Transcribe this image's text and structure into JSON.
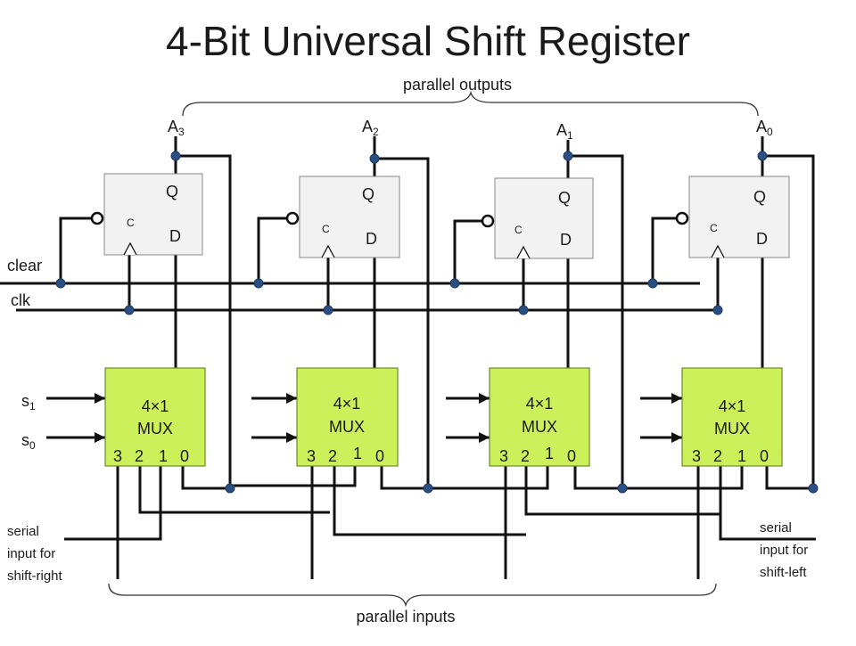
{
  "title": "4-Bit Universal Shift Register",
  "parallel_outputs_label": "parallel outputs",
  "parallel_inputs_label": "parallel inputs",
  "clear_label": "clear",
  "clk_label": "clk",
  "select_labels": [
    {
      "base": "s",
      "sub": "1"
    },
    {
      "base": "s",
      "sub": "0"
    }
  ],
  "serial_right_lines": [
    "serial",
    "input for",
    "shift-right"
  ],
  "serial_left_lines": [
    "serial",
    "input for",
    "shift-left"
  ],
  "outputs": [
    {
      "base": "A",
      "sub": "3"
    },
    {
      "base": "A",
      "sub": "2"
    },
    {
      "base": "A",
      "sub": "1"
    },
    {
      "base": "A",
      "sub": "0"
    }
  ],
  "flipflop": {
    "q": "Q",
    "d": "D",
    "c": "C"
  },
  "mux": {
    "line1": "4×1",
    "line2": "MUX",
    "inputs": [
      "3",
      "2",
      "1",
      "0"
    ]
  }
}
